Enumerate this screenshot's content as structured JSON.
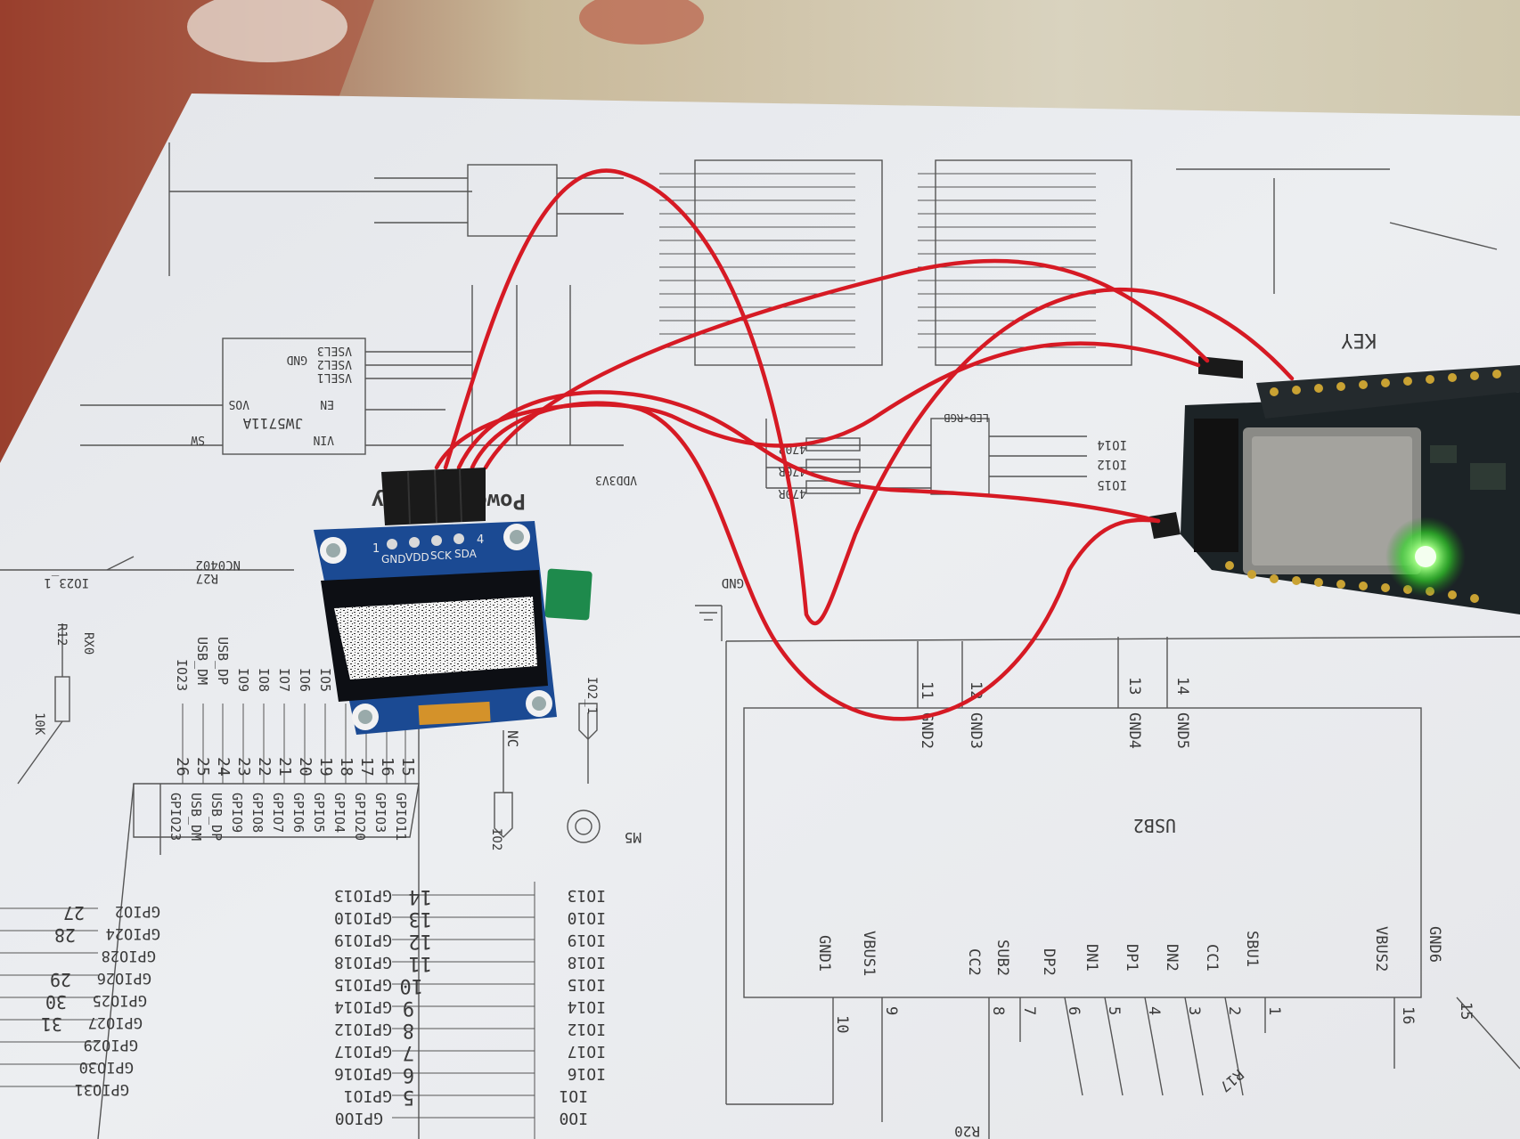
{
  "scene": {
    "description_free": true,
    "colors": {
      "paper": "#ecedef",
      "ink": "#3c3c3c",
      "wire": "#d61a24",
      "pcb_dark": "#1c2326",
      "oled_board": "#1b4a93",
      "led_green": "#7dff6a",
      "header_black": "#1a1a1a"
    }
  },
  "oled": {
    "pin_labels": [
      "GND",
      "VDD",
      "SCK",
      "SDA"
    ],
    "pin_one": "1",
    "pin_four": "4"
  },
  "schematic": {
    "left_gpio_top": [
      "GPIO11",
      "GPIO3",
      "GPIO20",
      "GPIO4",
      "GPIO5",
      "GPIO6",
      "GPIO7",
      "GPIO8",
      "GPIO9",
      "USB_DP",
      "USB_DM",
      "GPIO23"
    ],
    "left_gpio_top_nums": [
      "15",
      "16",
      "17",
      "18",
      "19",
      "20",
      "21",
      "22",
      "23",
      "24",
      "25",
      "26"
    ],
    "left_io_top": [
      "IO5",
      "IO6",
      "IO7",
      "IO8",
      "IO9",
      "USB_DP",
      "USB_DM",
      "IO23"
    ],
    "gpio_mid": [
      "GPIO13",
      "GPIO10",
      "GPIO19",
      "GPIO18",
      "GPIO15",
      "GPIO14",
      "GPIO12",
      "GPIO17",
      "GPIO16",
      "GPIO1",
      "GPIO0"
    ],
    "gpio_mid_nums": [
      "14",
      "13",
      "12",
      "11",
      "10",
      "9",
      "8",
      "7",
      "6",
      "5"
    ],
    "io_mid": [
      "IO13",
      "IO10",
      "IO19",
      "IO18",
      "IO15",
      "IO14",
      "IO12",
      "IO17",
      "IO16",
      "IO1",
      "IO0"
    ],
    "gpio_left": [
      "GPIO2",
      "GPIO24",
      "GPIO28",
      "GPIO26",
      "GPIO25",
      "GPIO27",
      "GPIO29",
      "GPIO30",
      "GPIO31"
    ],
    "gpio_left_nums": [
      "27",
      "28",
      "29",
      "30",
      "31"
    ],
    "usb_pins": [
      "GND1",
      "VBUS1",
      "CC2",
      "SUB2",
      "DP2",
      "DN1",
      "DP1",
      "DN2",
      "CC1",
      "SBU1",
      "VBUS2",
      "GND6"
    ],
    "usb_pin_nums": [
      "10",
      "9",
      "8",
      "7",
      "6",
      "5",
      "4",
      "3",
      "2",
      "1",
      "16",
      "15"
    ],
    "usb_top_pins": [
      "GND2",
      "GND3",
      "GND4",
      "GND5"
    ],
    "usb_top_nums": [
      "11",
      "12",
      "13",
      "14"
    ],
    "usb_ref": "USB2",
    "power_label": "Power Supply",
    "reg_ref": "JW5711A",
    "reg_pins": [
      "SW",
      "VIN",
      "EN",
      "VOS",
      "GND",
      "VSEL1",
      "VSEL2",
      "VSEL3"
    ],
    "led_ref": "LED-RGB",
    "led_io": [
      "IO14",
      "IO12",
      "IO15"
    ],
    "resistors": [
      "470R",
      "470R",
      "470R"
    ],
    "misc": [
      "GND",
      "VDD3V3",
      "NC0402",
      "R27",
      "IO23_1",
      "IO2_1",
      "IO2",
      "NC",
      "M5",
      "R20",
      "R17",
      "KEY",
      "R12",
      "10K",
      "RX0"
    ]
  }
}
